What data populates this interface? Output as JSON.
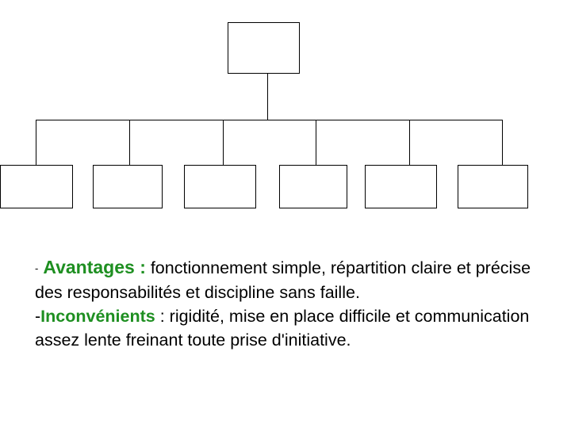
{
  "slide": {
    "diagram": {
      "type": "org-chart",
      "root": {
        "label": ""
      },
      "children": [
        {
          "label": ""
        },
        {
          "label": ""
        },
        {
          "label": ""
        },
        {
          "label": ""
        },
        {
          "label": ""
        },
        {
          "label": ""
        }
      ]
    },
    "text": {
      "advantages": {
        "bullet": "-",
        "keyword": "Avantages :",
        "body": " fonctionnement simple, répartition claire et précise des responsabilités et discipline sans faille."
      },
      "drawbacks": {
        "bullet": "-",
        "keyword": "Inconvénients",
        "body": " : rigidité, mise en place difficile et communication assez lente freinant toute prise d'initiative."
      }
    },
    "colors": {
      "keyword_green": "#1e8f21",
      "box_border": "#000000",
      "background": "#ffffff"
    }
  }
}
